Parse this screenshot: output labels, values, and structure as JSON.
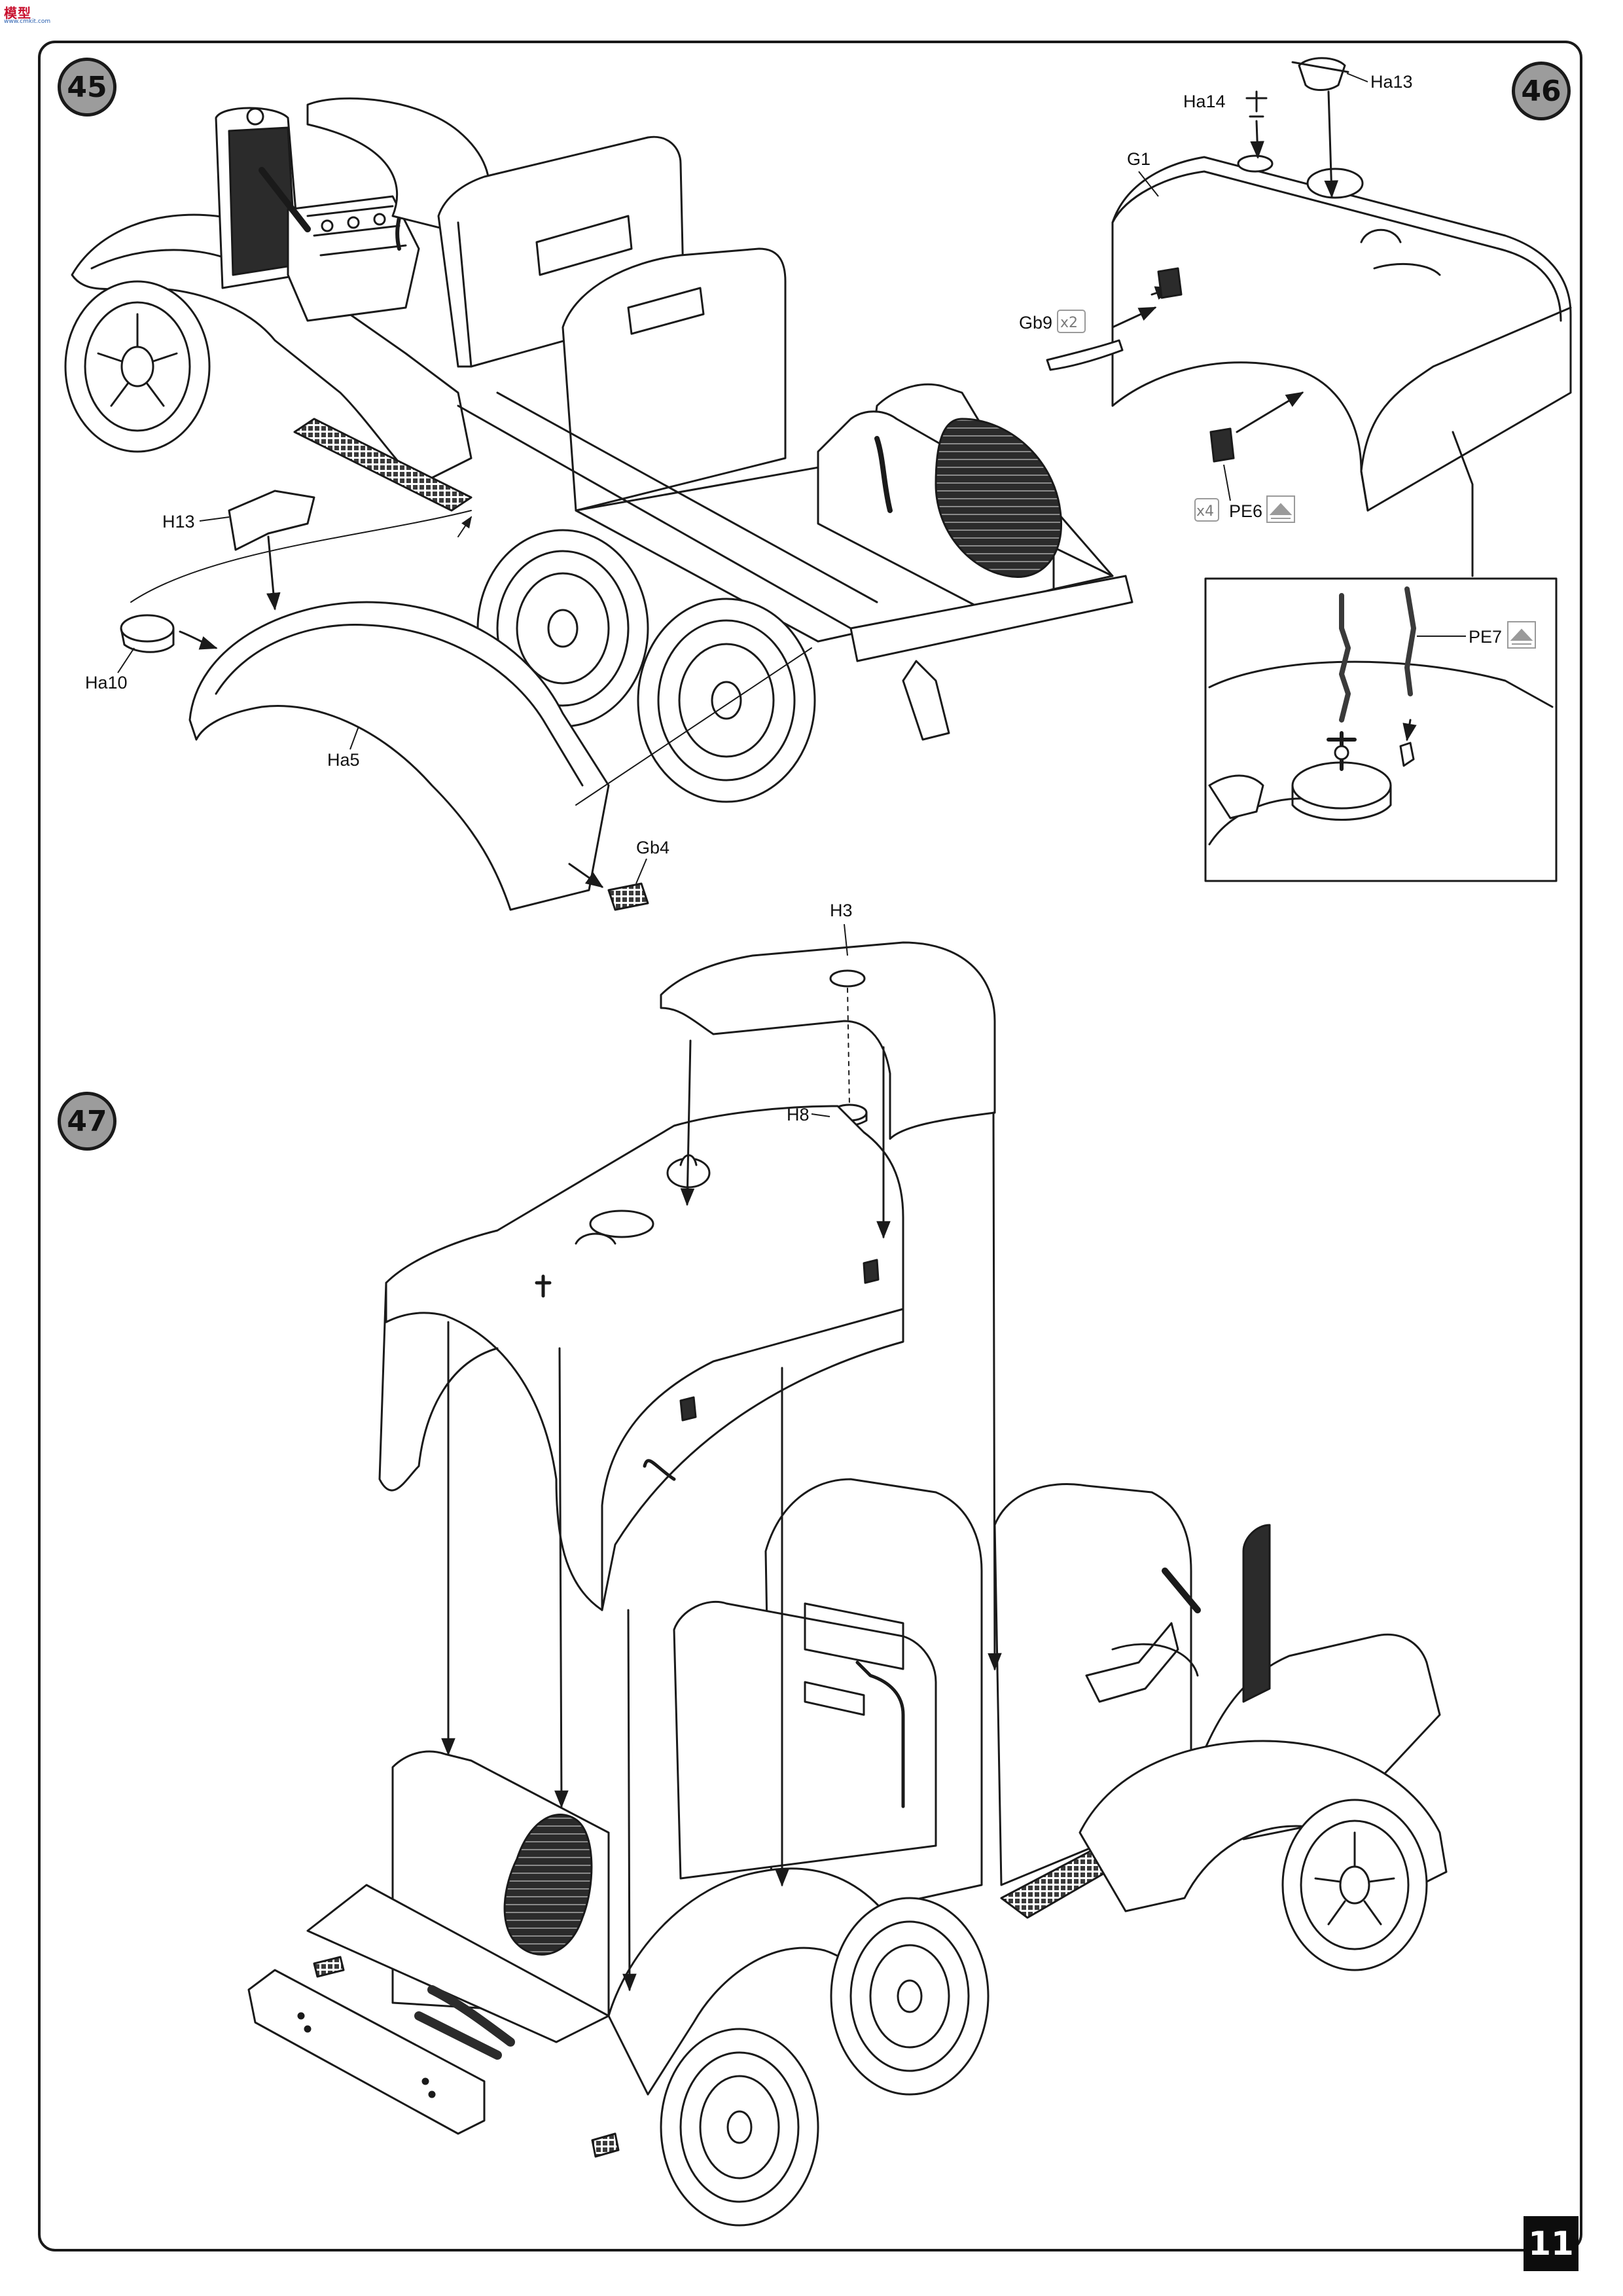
{
  "brand": {
    "logo_text": "模型",
    "logo_sub": "www.cmkit.com"
  },
  "page_number": "11",
  "steps": [
    {
      "number": "45"
    },
    {
      "number": "46"
    },
    {
      "number": "47"
    }
  ],
  "step45": {
    "parts": {
      "h13": "H13",
      "ha10": "Ha10",
      "ha5": "Ha5",
      "gb4": "Gb4"
    }
  },
  "step46": {
    "parts": {
      "ha14": "Ha14",
      "ha13": "Ha13",
      "g1": "G1",
      "gb9": "Gb9",
      "pe6": "PE6",
      "pe7": "PE7"
    },
    "quantities": {
      "gb9": "x2",
      "pe6": "x4"
    }
  },
  "step47": {
    "parts": {
      "h3": "H3",
      "h8": "H8"
    }
  },
  "colors": {
    "line": "#1a1a1a",
    "badge_fill": "#9c9c9c",
    "page_number_bg": "#0d0d0d",
    "rubber": "#2b2b2b",
    "tread": "#4a4a4a"
  },
  "icons": {
    "photo_etch": "photo-etch-icon",
    "arrow": "arrow-icon"
  }
}
